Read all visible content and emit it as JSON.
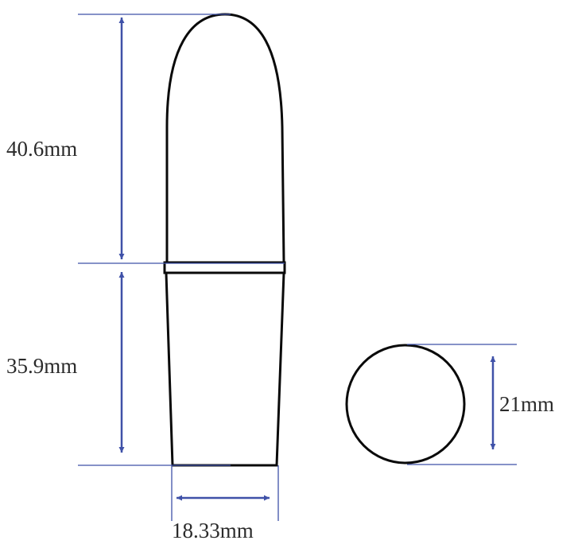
{
  "colors": {
    "outline": "#0a0a0a",
    "dimension": "#3f51a8",
    "label": "#2b2b2b"
  },
  "dimensions": {
    "cap_height": "40.6mm",
    "base_height": "35.9mm",
    "diameter": "21mm",
    "width": "18.33mm"
  }
}
